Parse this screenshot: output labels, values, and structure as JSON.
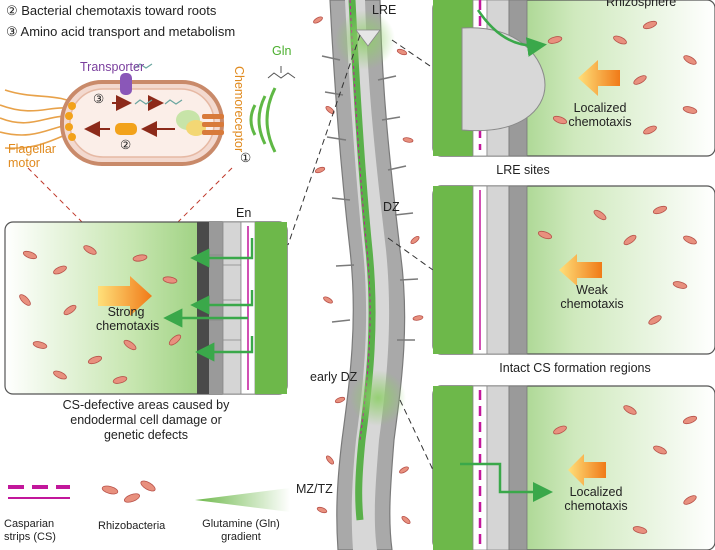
{
  "legend_top": {
    "line2": "② Bacterial chemotaxis toward roots",
    "line3": "③ Amino acid transport and metabolism"
  },
  "bacterium_diagram": {
    "transporter": "Transporter",
    "gln": "Gln",
    "chemoreceptor": "Chemoreceptor",
    "flagellar_motor": "Flagellar\nmotor",
    "step1": "①",
    "step2": "②",
    "step3": "③"
  },
  "left_panel": {
    "en_label": "En",
    "arrow_text": "Strong\nchemotaxis",
    "caption": "CS-defective areas caused by\nendodermal cell damage or\ngenetic defects"
  },
  "root": {
    "zones": [
      "LRE",
      "DZ",
      "early DZ",
      "MZ/TZ"
    ]
  },
  "right_panels": [
    {
      "title": "Rhizosphere",
      "arrow_text": "Localized\nchemotaxis",
      "caption": "LRE sites"
    },
    {
      "arrow_text": "Weak\nchemotaxis",
      "caption": "Intact CS formation regions"
    },
    {
      "arrow_text": "Localized\nchemotaxis"
    }
  ],
  "legend_bottom": {
    "casparian": "Casparian\nstrips (CS)",
    "rhizobacteria": "Rhizobacteria",
    "glutamine": "Glutamine (Gln)\ngradient"
  },
  "colors": {
    "gradient_green": "#6db84a",
    "casparian_magenta": "#c2179b",
    "bacteria_fill": "#e8907e",
    "arrow_orange": "#f0a020",
    "flow_green": "#3aa84a"
  }
}
